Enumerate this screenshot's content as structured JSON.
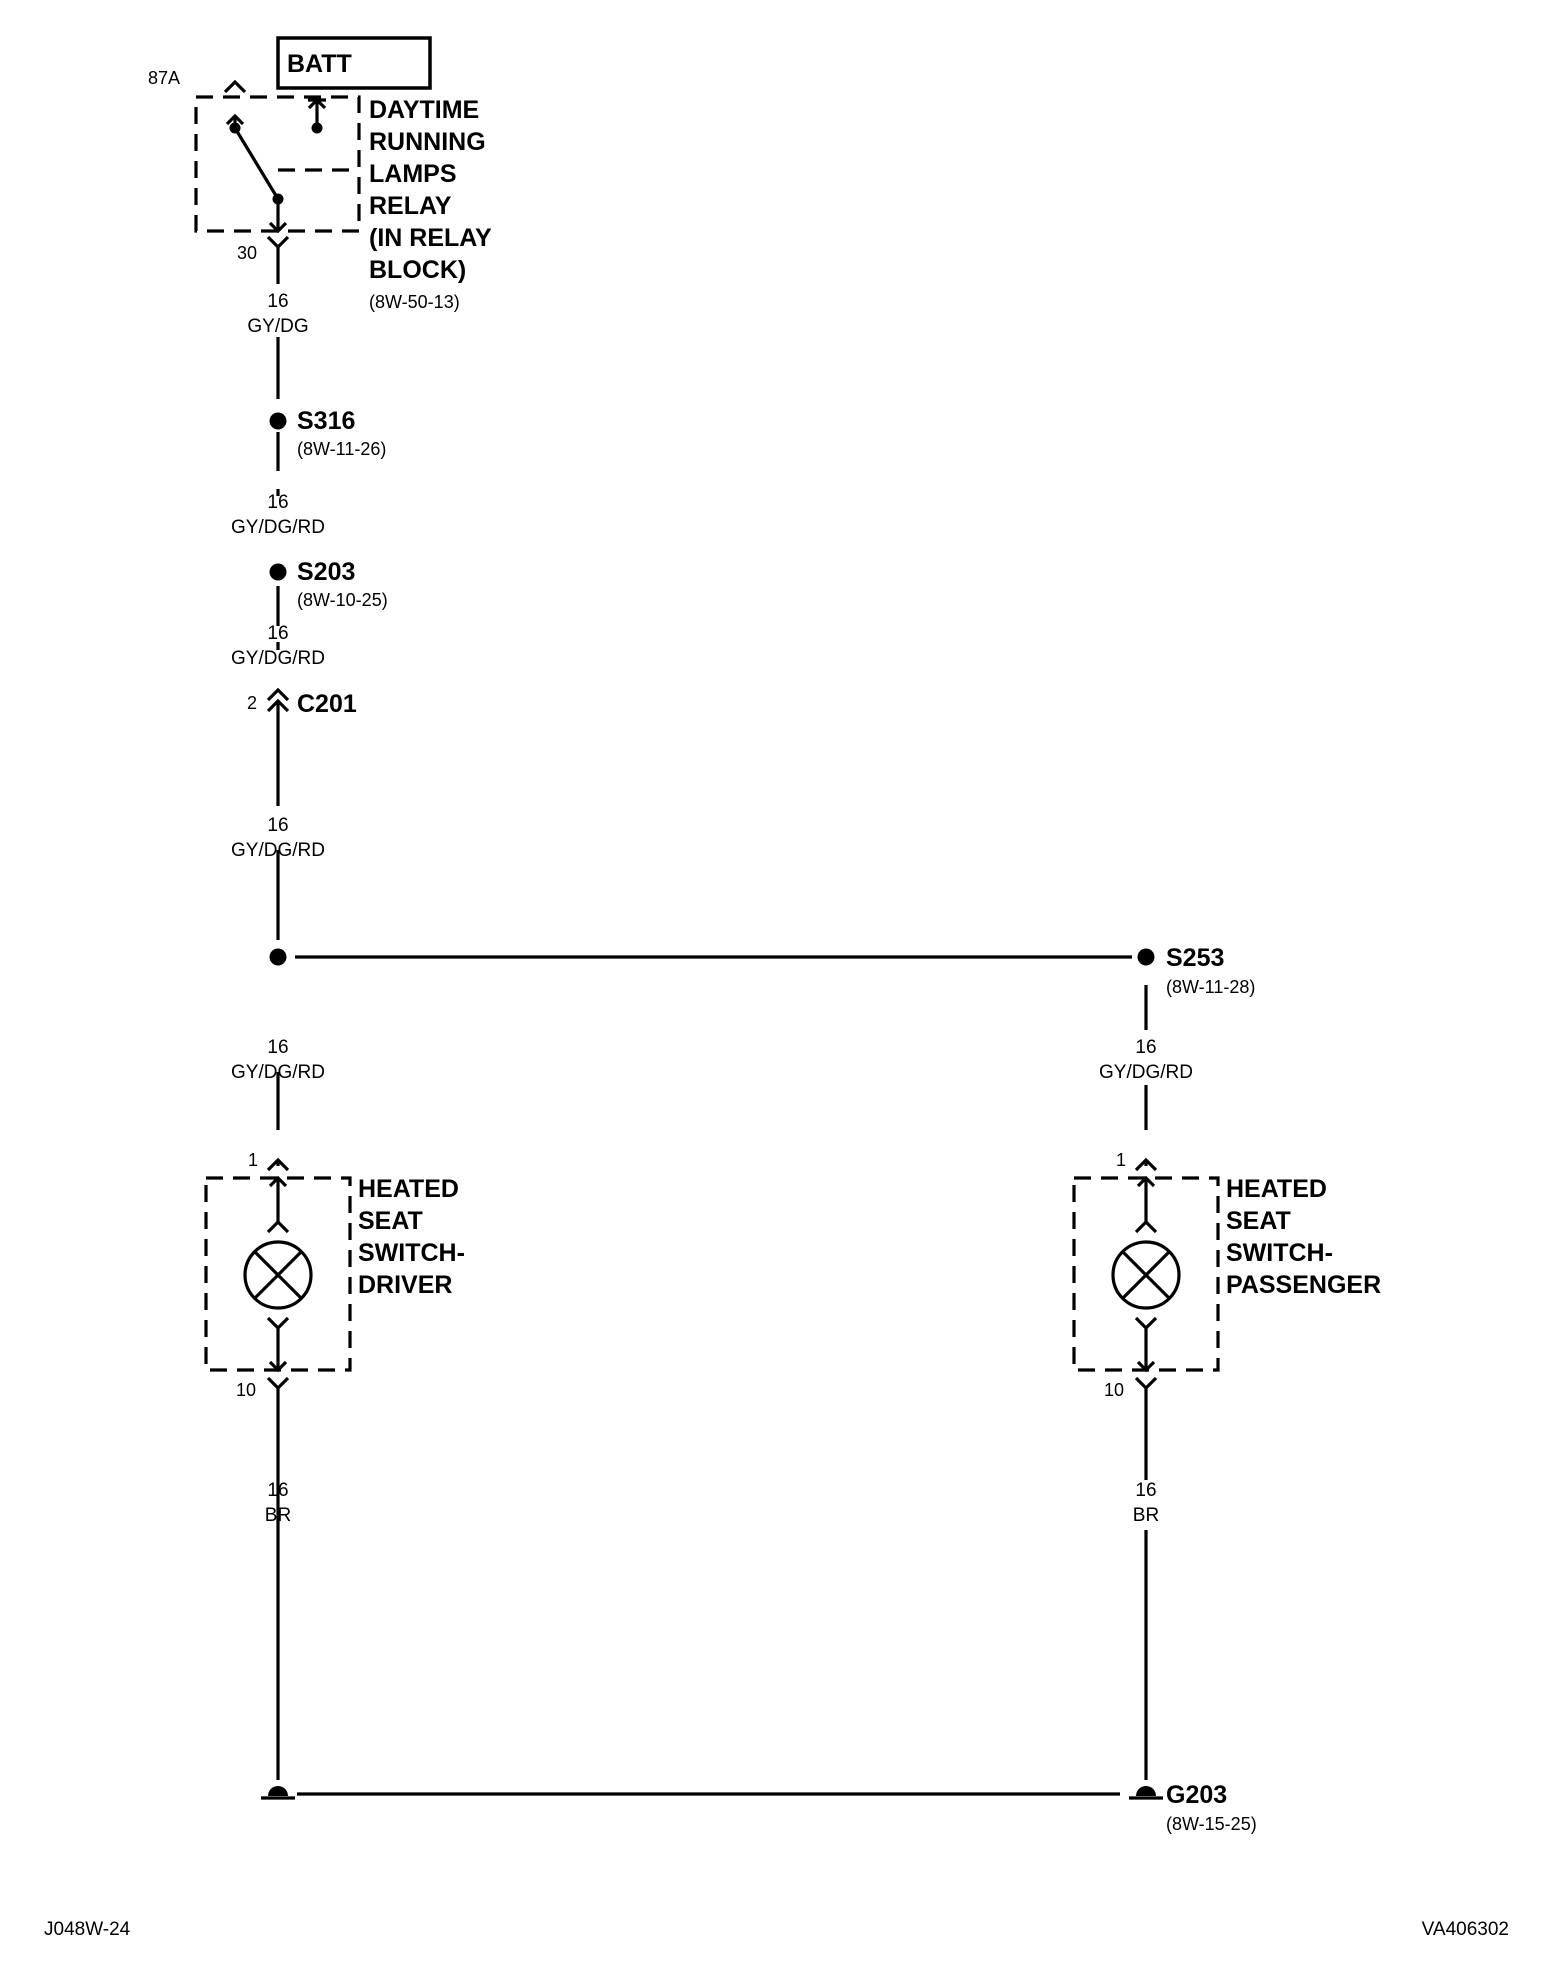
{
  "batt_label": "BATT",
  "relay": {
    "pin_87a": "87A",
    "pin_30": "30",
    "name_lines": [
      "DAYTIME",
      "RUNNING",
      "LAMPS",
      "RELAY",
      "(IN RELAY",
      "BLOCK)"
    ],
    "ref": "(8W-50-13)"
  },
  "wires": {
    "w1": {
      "gauge": "16",
      "color": "GY/DG"
    },
    "w2": {
      "gauge": "16",
      "color": "GY/DG/RD"
    },
    "w3": {
      "gauge": "16",
      "color": "GY/DG/RD"
    },
    "w4": {
      "gauge": "16",
      "color": "GY/DG/RD"
    },
    "w5": {
      "gauge": "16",
      "color": "GY/DG/RD"
    },
    "w6": {
      "gauge": "16",
      "color": "GY/DG/RD"
    },
    "w7": {
      "gauge": "16",
      "color": "BR"
    },
    "w8": {
      "gauge": "16",
      "color": "BR"
    }
  },
  "splices": {
    "s316": {
      "label": "S316",
      "ref": "(8W-11-26)"
    },
    "s203": {
      "label": "S203",
      "ref": "(8W-10-25)"
    },
    "s253": {
      "label": "S253",
      "ref": "(8W-11-28)"
    }
  },
  "connector": {
    "label": "C201",
    "pin": "2"
  },
  "driver_switch": {
    "pin_in": "1",
    "pin_out": "10",
    "name_lines": [
      "HEATED",
      "SEAT",
      "SWITCH-",
      "DRIVER"
    ]
  },
  "passenger_switch": {
    "pin_in": "1",
    "pin_out": "10",
    "name_lines": [
      "HEATED",
      "SEAT",
      "SWITCH-",
      "PASSENGER"
    ]
  },
  "ground": {
    "label": "G203",
    "ref": "(8W-15-25)"
  },
  "footer": {
    "left": "J048W-24",
    "right": "VA406302"
  }
}
